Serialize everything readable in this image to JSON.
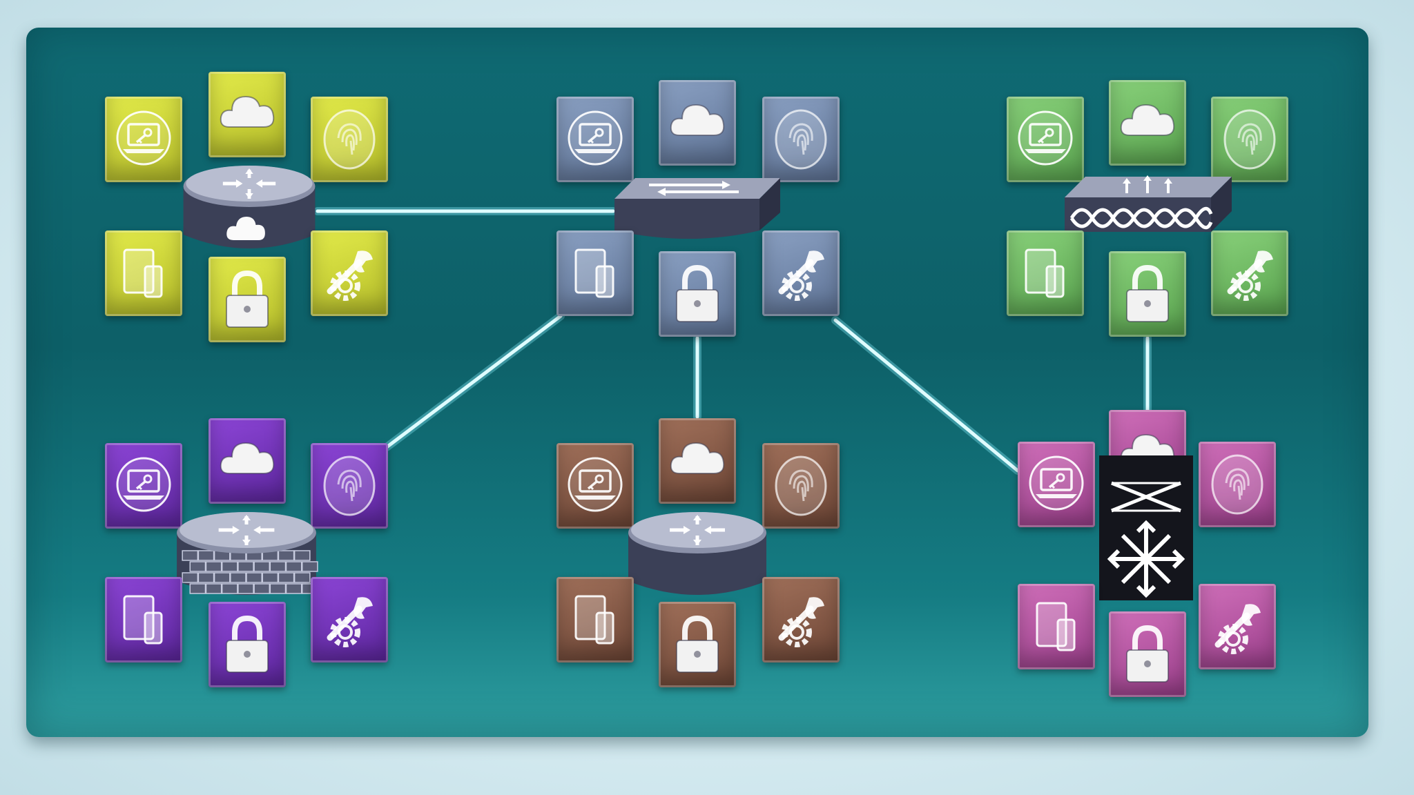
{
  "colors": {
    "panel": "#0f6a73",
    "link": "#dffcff",
    "cluster_yellow": [
      "#e2ea4a",
      "#b7bf2a"
    ],
    "cluster_steel": [
      "#8aa0c2",
      "#5f7497"
    ],
    "cluster_green": [
      "#88d07a",
      "#5aa54f"
    ],
    "cluster_purple": [
      "#8c45d6",
      "#5e27a0"
    ],
    "cluster_brown": [
      "#a0705a",
      "#6e4636"
    ],
    "cluster_pink": [
      "#cf6fb9",
      "#9c3f8c"
    ],
    "device_body": "#3a3f55"
  },
  "tile_icons": [
    "laptop-key-icon",
    "cloud-icon",
    "fingerprint-icon",
    "tablet-phone-icon",
    "padlock-icon",
    "wrench-gear-icon"
  ],
  "clusters": [
    {
      "id": "yellow",
      "device": "router-cloud-device"
    },
    {
      "id": "steel",
      "device": "switch-device"
    },
    {
      "id": "green",
      "device": "wireless-controller-device"
    },
    {
      "id": "purple",
      "device": "firewall-router-device"
    },
    {
      "id": "brown",
      "device": "router-device"
    },
    {
      "id": "pink",
      "device": "multilayer-switch-device"
    }
  ]
}
